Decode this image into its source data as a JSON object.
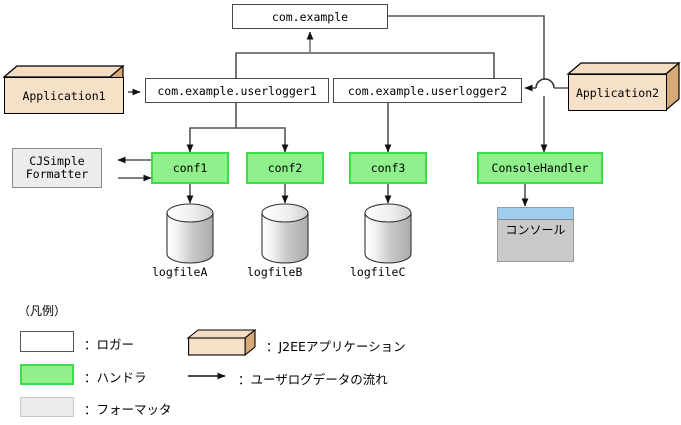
{
  "diagram": {
    "nodes": {
      "root_logger": "com.example",
      "logger1": "com.example.userlogger1",
      "logger2": "com.example.userlogger2",
      "app1": "Application1",
      "app2": "Application2",
      "formatter": {
        "line1": "CJSimple",
        "line2": "Formatter"
      },
      "handler1": "conf1",
      "handler2": "conf2",
      "handler3": "conf3",
      "console_handler": "ConsoleHandler",
      "console_window": "コンソール",
      "logfileA": "logfileA",
      "logfileB": "logfileB",
      "logfileC": "logfileC"
    }
  },
  "legend": {
    "title": "（凡例）",
    "items": [
      {
        "swatch": "logger-box",
        "label": "：ロガー"
      },
      {
        "swatch": "handler-box",
        "label": "：ハンドラ"
      },
      {
        "swatch": "formatter-box",
        "label": "：フォーマッタ"
      },
      {
        "swatch": "j2ee-box-3d",
        "label": "：J2EEアプリケーション"
      },
      {
        "swatch": "arrow",
        "label": "：ユーザログデータの流れ"
      }
    ]
  },
  "colors": {
    "handler_fill": "#8ff08c",
    "handler_border": "#3ddc4a",
    "app_fill": "#f7e0c8",
    "app_top": "#f3dcc2",
    "app_side": "#d7a878",
    "formatter_fill": "#ececec",
    "console_bar": "#9fcdee",
    "console_body": "#c9c9c9",
    "line": "#555555"
  }
}
